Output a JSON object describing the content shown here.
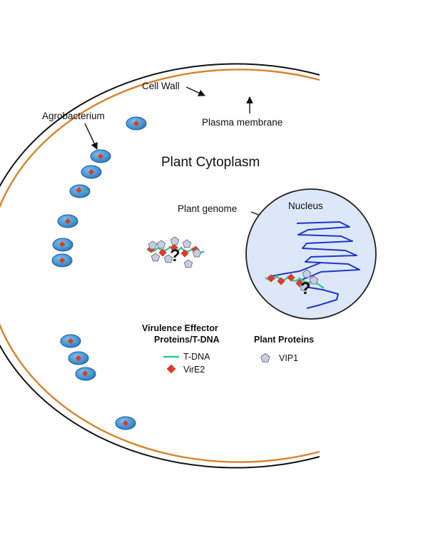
{
  "labels": {
    "cell_wall": "Cell Wall",
    "agrobacterium": "Agrobacterium",
    "plasma_membrane": "Plasma membrane",
    "cytoplasm": "Plant Cytoplasm",
    "plant_genome": "Plant genome",
    "nucleus": "Nucleus",
    "unknown_mark": "?"
  },
  "legend": {
    "effector_heading_line1": "Virulence Effector",
    "effector_heading_line2": "Proteins/T-DNA",
    "plant_heading": "Plant Proteins",
    "tdna": "T-DNA",
    "vire2": "VirE2",
    "vip1": "VIP1"
  },
  "colors": {
    "cell_wall": "#111111",
    "plasma_membrane": "#d9822b",
    "nucleus_fill": "#dce8f8",
    "nucleus_stroke": "#222222",
    "chromatin": "#1f35c8",
    "tdna": "#2ecc8f",
    "vire2": "#e03a2a",
    "vip1_fill": "#c9cede",
    "vip1_stroke": "#6c7894",
    "bacterium_fill": "#3a8fd6",
    "bacterium_stroke": "#1d5b93"
  }
}
